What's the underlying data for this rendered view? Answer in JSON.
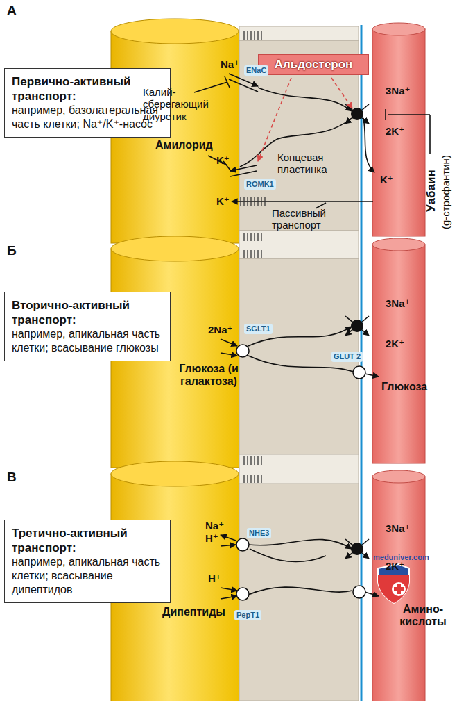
{
  "diagram": {
    "nodes": [
      {
        "text": [
          "Альдостерон"
        ]
      },
      {
        "text": [
          "Первично-активный транспорт:",
          "например, базолатеральная часть клетки; Na⁺/K⁺-насос"
        ]
      },
      {
        "text": [
          "Вторично-активный транспорт:",
          "например, апикальная часть клетки; всасывание глюкозы"
        ]
      },
      {
        "text": [
          "Третично-активный транспорт:",
          "например, апикальная часть клетки; всасывание дипептидов"
        ]
      }
    ],
    "edges": [],
    "labels": [
      "А",
      "Na⁺",
      "ENaC",
      "Калий- сберегающий диуретик",
      "Амилорид",
      "K⁺",
      "ROMK1",
      "Концевая пластинка",
      "K⁺",
      "3Na⁺",
      "2K⁺",
      "K⁺",
      "Пассивный транспорт",
      "Уабаин",
      "(g-строфантин)",
      "Б",
      "2Na⁺",
      "SGLT1",
      "Глюкоза (и галактоза)",
      "3Na⁺",
      "2K⁺",
      "GLUT 2",
      "Глюкоза",
      "В",
      "Na⁺",
      "H⁺",
      "NHE3",
      "3Na⁺",
      "2K⁺",
      "meduniver.com",
      "H⁺",
      "Дипептиды",
      "PepT1",
      "Амино- кислоты"
    ]
  }
}
